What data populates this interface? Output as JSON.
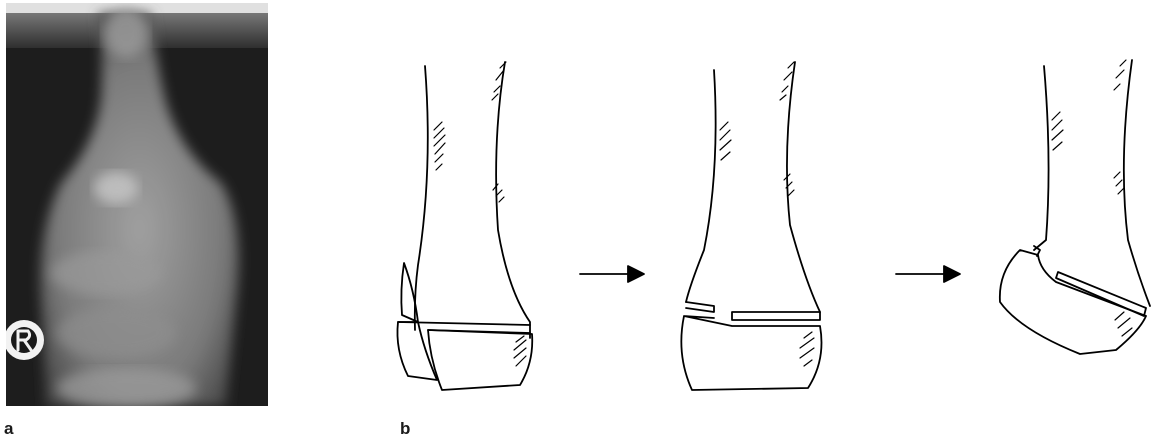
{
  "panels": {
    "a": {
      "label": "a"
    },
    "b": {
      "label": "b"
    }
  },
  "xray": {
    "marker_icon": "R",
    "colors": {
      "background": "#1e1e1e",
      "bone": "#8a8a8a",
      "edge": "#c9c9c9"
    }
  },
  "diagram": {
    "stages": 3,
    "arrow_icon": "right-arrow-icon",
    "colors": {
      "line": "#000000",
      "hatch": "#000000"
    }
  }
}
